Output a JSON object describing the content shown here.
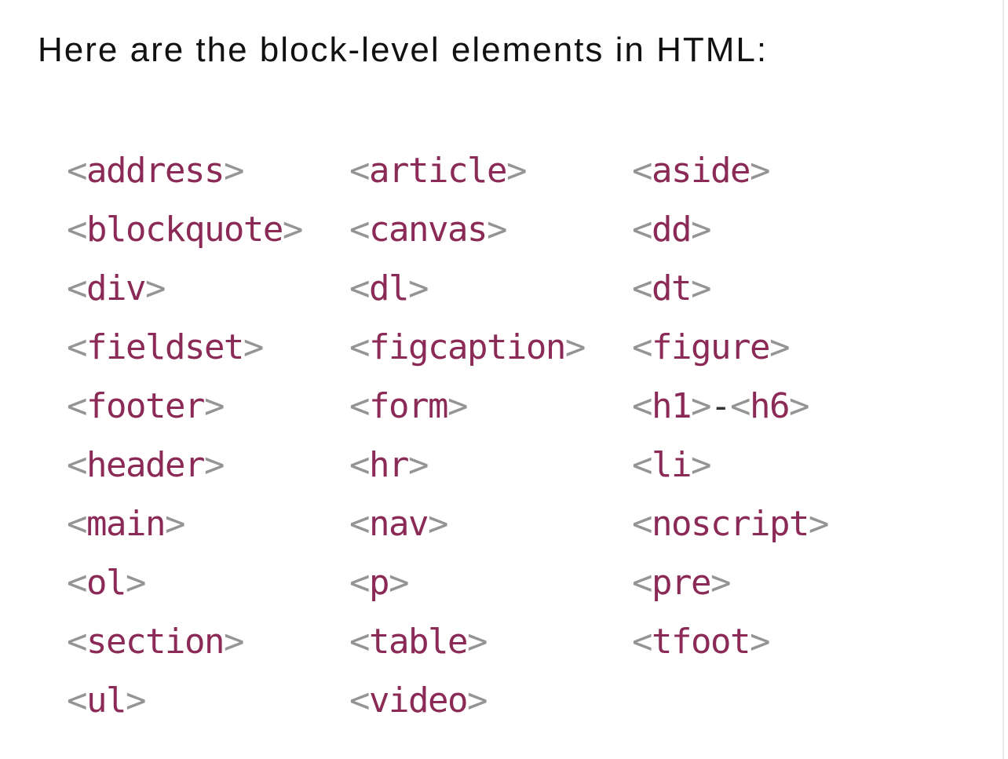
{
  "heading": {
    "text": "Here are the block-level elements in HTML:"
  },
  "syntax": {
    "open_bracket": "<",
    "close_bracket": ">"
  },
  "colors": {
    "page_bg": "#ffffff",
    "heading_text": "#111111",
    "tag_name": "#8b2a56",
    "bracket": "#949494",
    "separator_dash": "#333333",
    "right_edge_line": "#e8e8e8"
  },
  "elements_grid": {
    "columns": 3,
    "items": [
      {
        "tags": [
          "address"
        ]
      },
      {
        "tags": [
          "article"
        ]
      },
      {
        "tags": [
          "aside"
        ]
      },
      {
        "tags": [
          "blockquote"
        ]
      },
      {
        "tags": [
          "canvas"
        ]
      },
      {
        "tags": [
          "dd"
        ]
      },
      {
        "tags": [
          "div"
        ]
      },
      {
        "tags": [
          "dl"
        ]
      },
      {
        "tags": [
          "dt"
        ]
      },
      {
        "tags": [
          "fieldset"
        ]
      },
      {
        "tags": [
          "figcaption"
        ]
      },
      {
        "tags": [
          "figure"
        ]
      },
      {
        "tags": [
          "footer"
        ]
      },
      {
        "tags": [
          "form"
        ]
      },
      {
        "tags": [
          "h1",
          "h6"
        ],
        "separator": "-"
      },
      {
        "tags": [
          "header"
        ]
      },
      {
        "tags": [
          "hr"
        ]
      },
      {
        "tags": [
          "li"
        ]
      },
      {
        "tags": [
          "main"
        ]
      },
      {
        "tags": [
          "nav"
        ]
      },
      {
        "tags": [
          "noscript"
        ]
      },
      {
        "tags": [
          "ol"
        ]
      },
      {
        "tags": [
          "p"
        ]
      },
      {
        "tags": [
          "pre"
        ]
      },
      {
        "tags": [
          "section"
        ]
      },
      {
        "tags": [
          "table"
        ]
      },
      {
        "tags": [
          "tfoot"
        ]
      },
      {
        "tags": [
          "ul"
        ]
      },
      {
        "tags": [
          "video"
        ]
      }
    ]
  }
}
